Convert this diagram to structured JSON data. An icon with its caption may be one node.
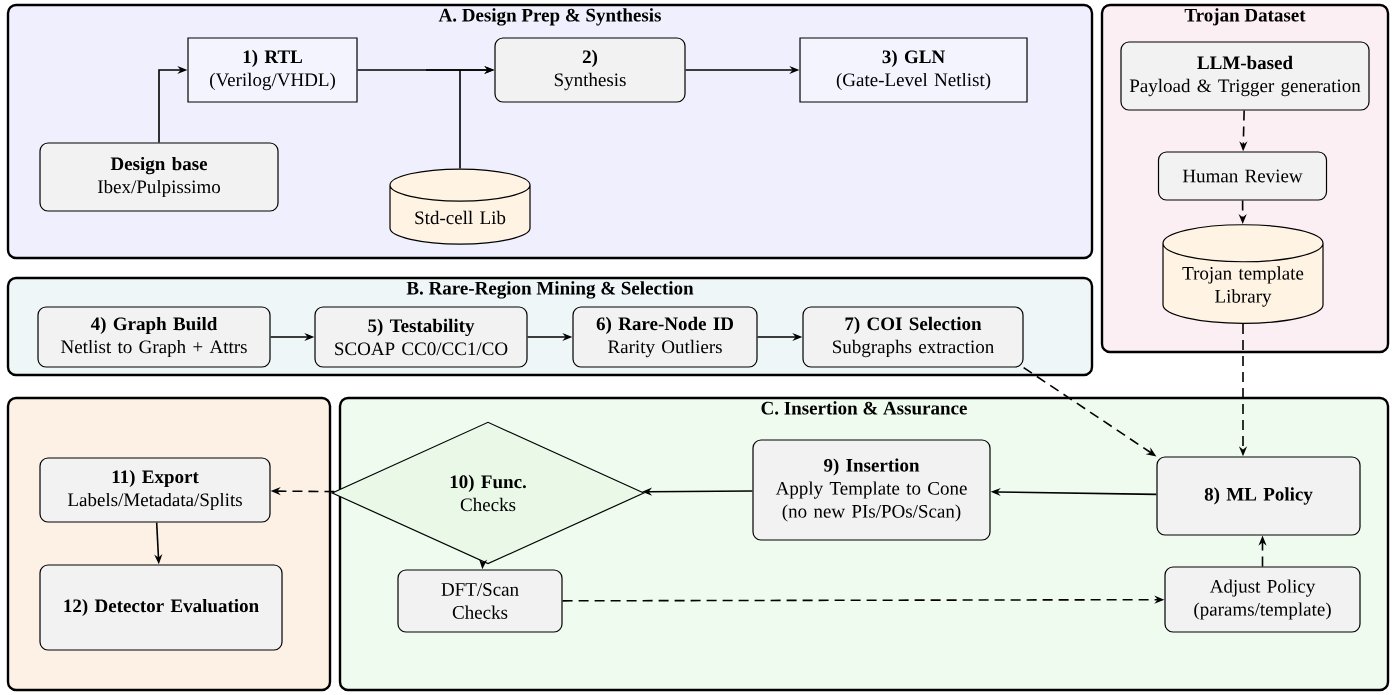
{
  "diagram": {
    "nodes": [
      {
        "text": [
          "A. Design Prep & Synthesis"
        ]
      },
      {
        "text": [
          "1) RTL",
          "(Verilog/VHDL)"
        ],
        "in": 0
      },
      {
        "text": [
          "2)",
          "Synthesis"
        ],
        "in": 0
      },
      {
        "text": [
          "3) GLN",
          "(Gate-Level Netlist)"
        ],
        "in": 0
      },
      {
        "text": [
          "Design base",
          "Ibex/Pulpissimo"
        ],
        "in": 0
      },
      {
        "text": [
          "Std-cell Lib"
        ],
        "in": 0
      },
      {
        "text": [
          "Trojan Dataset"
        ]
      },
      {
        "text": [
          "LLM-based",
          "Payload & Trigger generation"
        ],
        "in": 6
      },
      {
        "text": [
          "Human Review"
        ],
        "in": 6
      },
      {
        "text": [
          "Trojan template Library"
        ],
        "in": 6
      },
      {
        "text": [
          "B. Rare-Region Mining & Selection"
        ]
      },
      {
        "text": [
          "4) Graph Build",
          "Netlist to Graph + Attrs"
        ],
        "in": 10
      },
      {
        "text": [
          "5) Testability",
          "SCOAP CC0/CC1/CO"
        ],
        "in": 10
      },
      {
        "text": [
          "6) Rare-Node ID",
          "Rarity Outliers"
        ],
        "in": 10
      },
      {
        "text": [
          "7) COI Selection",
          "Subgraphs extraction"
        ],
        "in": 10
      },
      {
        "text": [],
        "shape": "box"
      },
      {
        "text": [
          "11) Export",
          "Labels/Metadata/Splits"
        ],
        "in": 15
      },
      {
        "text": [
          "12) Detector Evaluation"
        ],
        "in": 15
      },
      {
        "text": [
          "C. Insertion & Assurance"
        ]
      },
      {
        "text": [
          "10) Func.",
          "Checks"
        ],
        "in": 18
      },
      {
        "text": [
          "9) Insertion",
          "Apply Template to Cone",
          "(no new PIs/POs/Scan)"
        ],
        "in": 18
      },
      {
        "text": [
          "8) ML Policy"
        ],
        "in": 18
      },
      {
        "text": [
          "DFT/Scan Checks"
        ],
        "in": 18
      },
      {
        "text": [
          "Adjust Policy (params/template)"
        ],
        "in": 18
      }
    ],
    "edges": [
      {
        "from": 4,
        "to": 1,
        "arrow": "to"
      },
      {
        "from": 1,
        "to": 2,
        "arrow": "to"
      },
      {
        "from": 5,
        "to": 2,
        "arrow": "to"
      },
      {
        "from": 2,
        "to": 3,
        "arrow": "to"
      },
      {
        "from": 7,
        "to": 8,
        "arrow": "to",
        "style": "dashed"
      },
      {
        "from": 8,
        "to": 9,
        "arrow": "to",
        "style": "dashed"
      },
      {
        "from": 9,
        "to": 21,
        "arrow": "to",
        "style": "dashed"
      },
      {
        "from": 11,
        "to": 12,
        "arrow": "to"
      },
      {
        "from": 12,
        "to": 13,
        "arrow": "to"
      },
      {
        "from": 13,
        "to": 14,
        "arrow": "to"
      },
      {
        "from": 14,
        "to": 21,
        "arrow": "to",
        "style": "dashed"
      },
      {
        "from": 21,
        "to": 20,
        "arrow": "to"
      },
      {
        "from": 20,
        "to": 19,
        "arrow": "to"
      },
      {
        "from": 19,
        "to": 16,
        "arrow": "to",
        "style": "dashed"
      },
      {
        "from": 19,
        "to": 22,
        "arrow": "to"
      },
      {
        "from": 16,
        "to": 17,
        "arrow": "to"
      },
      {
        "from": 22,
        "to": 23,
        "arrow": "to",
        "style": "dashed"
      },
      {
        "from": 23,
        "to": 21,
        "arrow": "to",
        "style": "dashed"
      }
    ]
  }
}
